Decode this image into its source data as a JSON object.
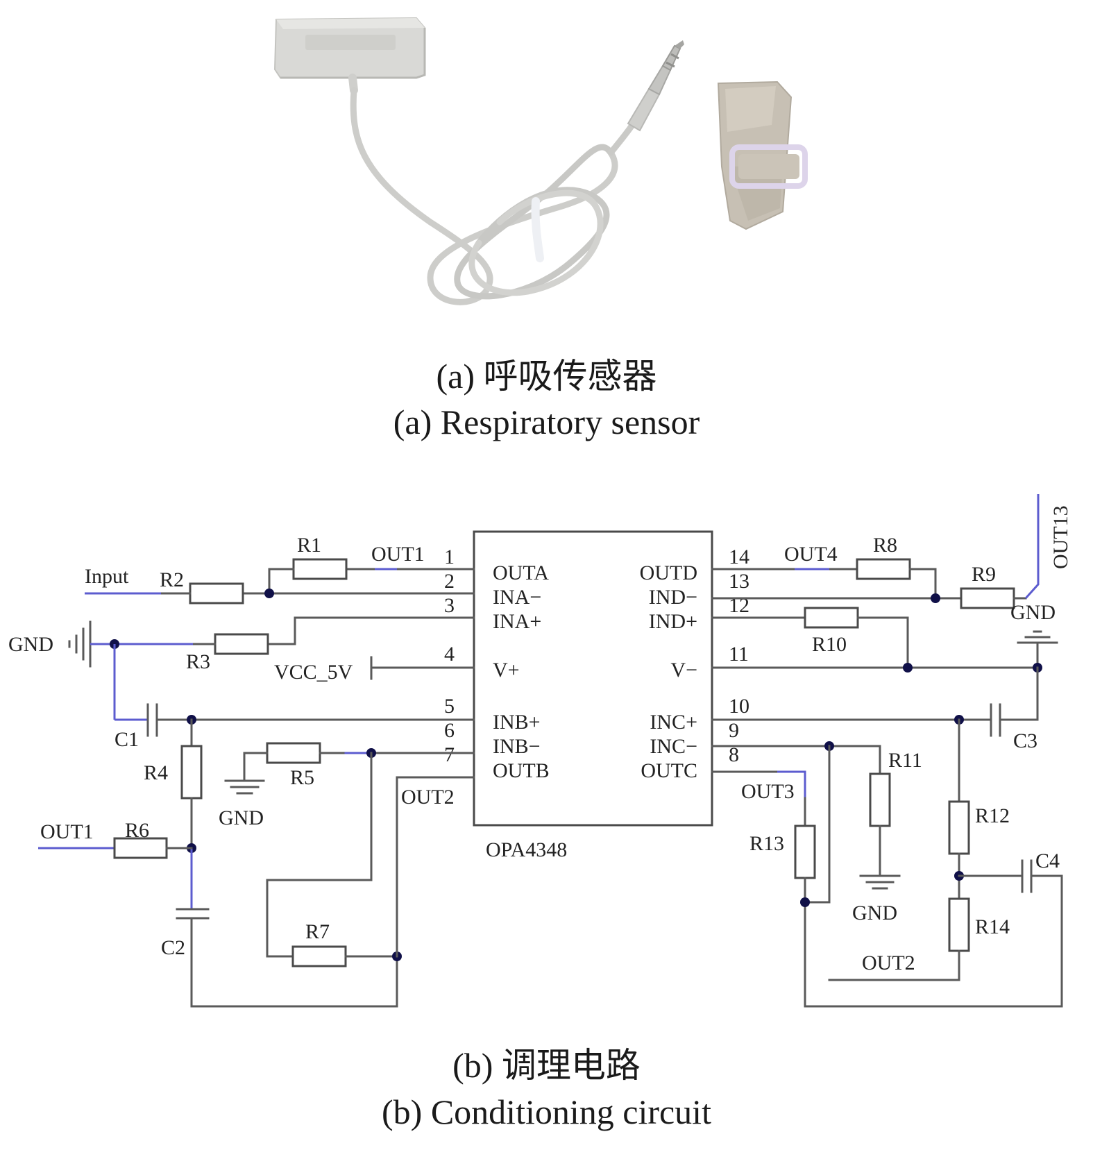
{
  "captions": {
    "a_zh": "(a) 呼吸传感器",
    "a_en": "(a) Respiratory sensor",
    "b_zh": "(b) 调理电路",
    "b_en": "(b) Conditioning circuit"
  },
  "chip": {
    "name": "OPA4348",
    "left_pins": [
      {
        "num": "1",
        "name": "OUTA"
      },
      {
        "num": "2",
        "name": "INA−"
      },
      {
        "num": "3",
        "name": "INA+"
      },
      {
        "num": "4",
        "name": "V+"
      },
      {
        "num": "5",
        "name": "INB+"
      },
      {
        "num": "6",
        "name": "INB−"
      },
      {
        "num": "7",
        "name": "OUTB"
      }
    ],
    "right_pins": [
      {
        "num": "14",
        "name": "OUTD"
      },
      {
        "num": "13",
        "name": "IND−"
      },
      {
        "num": "12",
        "name": "IND+"
      },
      {
        "num": "11",
        "name": "V−"
      },
      {
        "num": "10",
        "name": "INC+"
      },
      {
        "num": "9",
        "name": "INC−"
      },
      {
        "num": "8",
        "name": "OUTC"
      }
    ]
  },
  "components": {
    "R1": "R1",
    "R2": "R2",
    "R3": "R3",
    "R4": "R4",
    "R5": "R5",
    "R6": "R6",
    "R7": "R7",
    "R8": "R8",
    "R9": "R9",
    "R10": "R10",
    "R11": "R11",
    "R12": "R12",
    "R13": "R13",
    "R14": "R14",
    "C1": "C1",
    "C2": "C2",
    "C3": "C3",
    "C4": "C4"
  },
  "nets": {
    "input": "Input",
    "gnd": "GND",
    "vcc": "VCC_5V",
    "out1": "OUT1",
    "out2": "OUT2",
    "out3": "OUT3",
    "out4": "OUT4",
    "out13": "OUT13"
  }
}
